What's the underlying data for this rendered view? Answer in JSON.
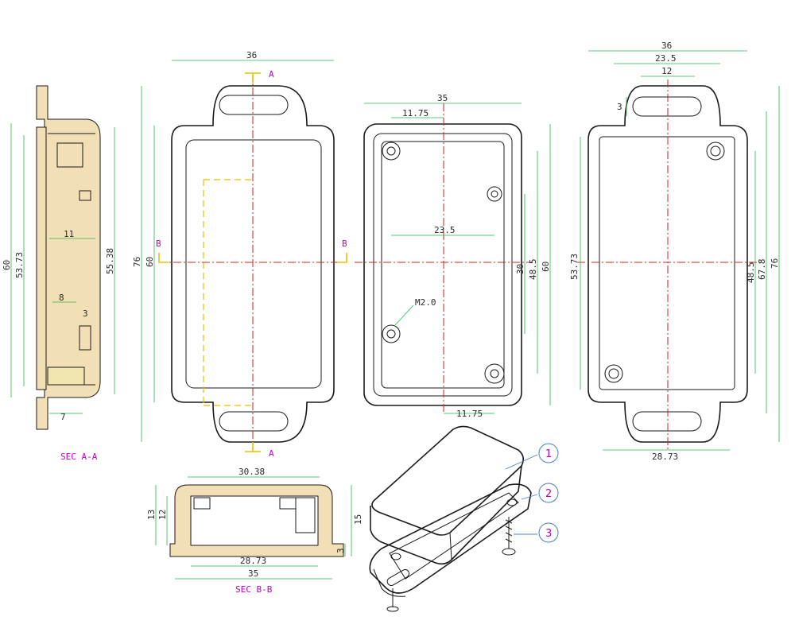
{
  "section_a": {
    "title": "SEC A-A",
    "dims": [
      "60",
      "53.73",
      "55.38",
      "11",
      "8",
      "3",
      "7"
    ]
  },
  "top_view": {
    "dims": [
      "36",
      "76",
      "60"
    ],
    "cut_a": "A",
    "cut_b": "B"
  },
  "inside_view": {
    "dims": [
      "35",
      "11.75",
      "23.5",
      "30",
      "48.5",
      "60",
      "11.75"
    ],
    "thread": "M2.0"
  },
  "bottom_view": {
    "dims": [
      "36",
      "23.5",
      "12",
      "3",
      "53.73",
      "48.5",
      "67.8",
      "76",
      "28.73"
    ]
  },
  "section_b": {
    "title": "SEC B-B",
    "dims": [
      "30.38",
      "13",
      "12",
      "15",
      "28.73",
      "3",
      "35"
    ]
  },
  "balloons": [
    "1",
    "2",
    "3"
  ]
}
